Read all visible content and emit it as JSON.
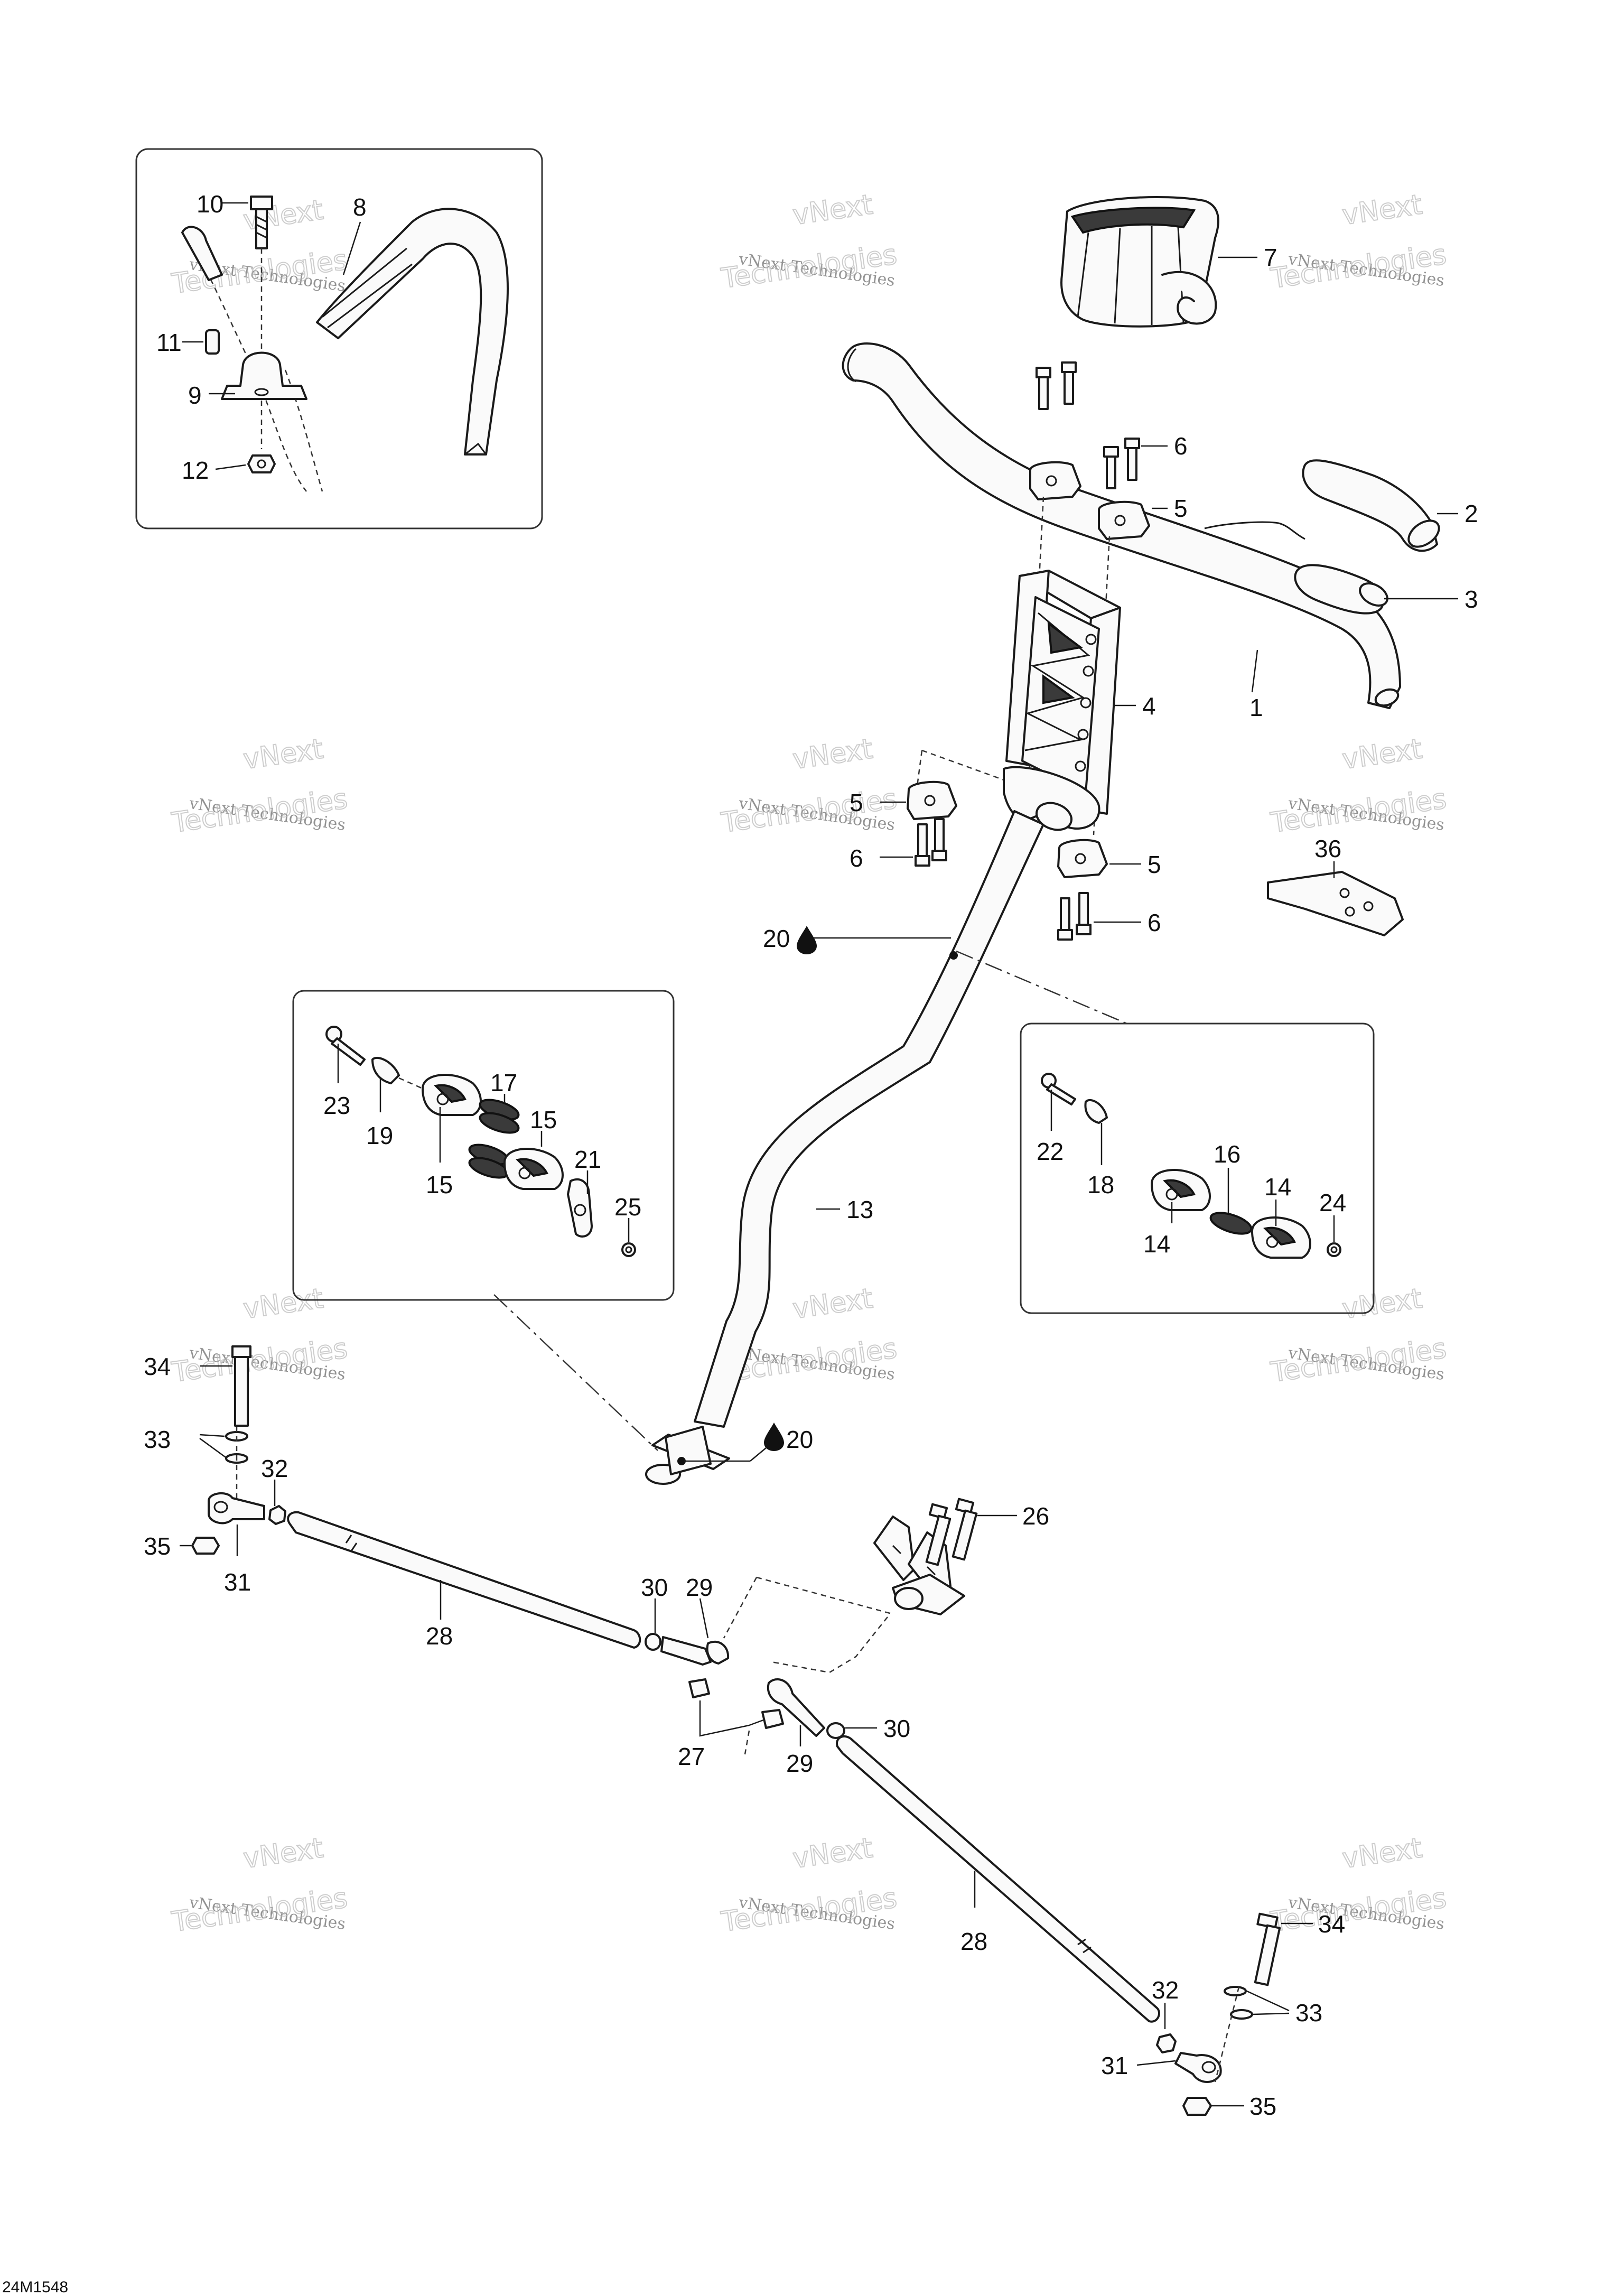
{
  "diagram_code": "24M1548",
  "watermark": {
    "line_top": "vNext",
    "line_mid": "vNext Technologies",
    "line_big": "Technologies"
  },
  "callouts": {
    "c1": "1",
    "c2": "2",
    "c3": "3",
    "c4": "4",
    "c5a": "5",
    "c5b": "5",
    "c5c": "5",
    "c6a": "6",
    "c6b": "6",
    "c6c": "6",
    "c7": "7",
    "c8": "8",
    "c9": "9",
    "c10": "10",
    "c11": "11",
    "c12": "12",
    "c13": "13",
    "c14a": "14",
    "c14b": "14",
    "c15a": "15",
    "c15b": "15",
    "c16": "16",
    "c17": "17",
    "c18": "18",
    "c19": "19",
    "c20a": "20",
    "c20b": "20",
    "c21": "21",
    "c22": "22",
    "c23": "23",
    "c24": "24",
    "c25": "25",
    "c26": "26",
    "c27": "27",
    "c28a": "28",
    "c28b": "28",
    "c29a": "29",
    "c29b": "29",
    "c30a": "30",
    "c30b": "30",
    "c31a": "31",
    "c31b": "31",
    "c32a": "32",
    "c32b": "32",
    "c33a": "33",
    "c33b": "33",
    "c34a": "34",
    "c34b": "34",
    "c35a": "35",
    "c35b": "35",
    "c36": "36"
  },
  "icons": {
    "lubricant": "oil-drop-icon"
  }
}
